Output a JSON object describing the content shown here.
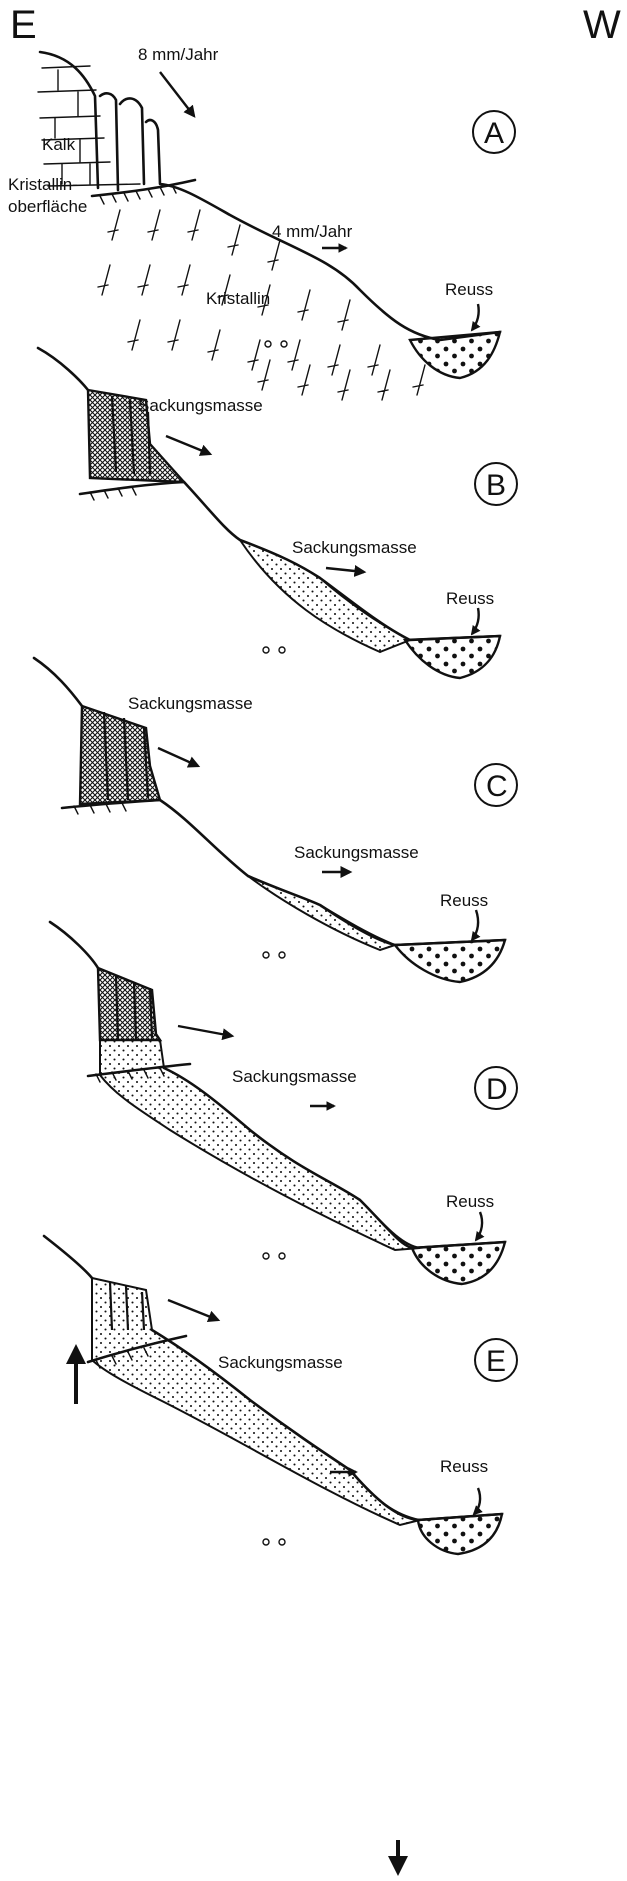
{
  "compass": {
    "east": "E",
    "west": "W"
  },
  "panels": [
    {
      "letter": "A",
      "labels": {
        "rate_upper": "8 mm/Jahr",
        "rate_lower": "4 mm/Jahr",
        "limestone": "Kalk",
        "crystalline_surface_1": "Kristallin-",
        "crystalline_surface_2": "oberfläche",
        "crystalline": "Kristallin",
        "river": "Reuss"
      }
    },
    {
      "letter": "B",
      "labels": {
        "mass_upper": "Sackungsmasse",
        "mass_lower": "Sackungsmasse",
        "river": "Reuss"
      }
    },
    {
      "letter": "C",
      "labels": {
        "mass_upper": "Sackungsmasse",
        "mass_lower": "Sackungsmasse",
        "river": "Reuss"
      }
    },
    {
      "letter": "D",
      "labels": {
        "mass": "Sackungsmasse",
        "river": "Reuss"
      }
    },
    {
      "letter": "E",
      "labels": {
        "mass": "Sackungsmasse",
        "river": "Reuss"
      }
    }
  ],
  "colors": {
    "ink": "#111111",
    "background": "#ffffff"
  }
}
